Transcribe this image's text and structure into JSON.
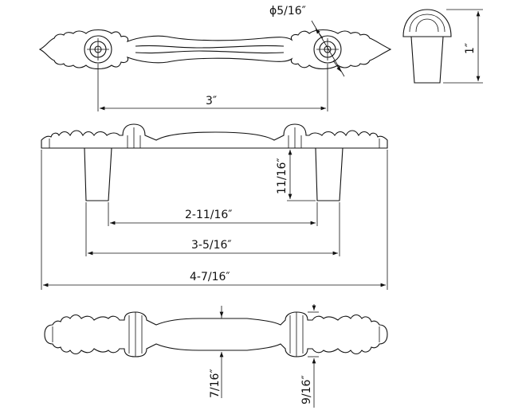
{
  "dimensions": {
    "hole_diameter": "ϕ5/16″",
    "center_to_center": "3″",
    "height": "1″",
    "leg_height": "11/16″",
    "inner_leg_span": "2-11/16″",
    "outer_leg_span": "3-5/16″",
    "overall_length": "4-7/16″",
    "grip_width": "7/16″",
    "collar_width": "9/16″"
  },
  "colors": {
    "line": "#111111",
    "background": "#ffffff"
  }
}
